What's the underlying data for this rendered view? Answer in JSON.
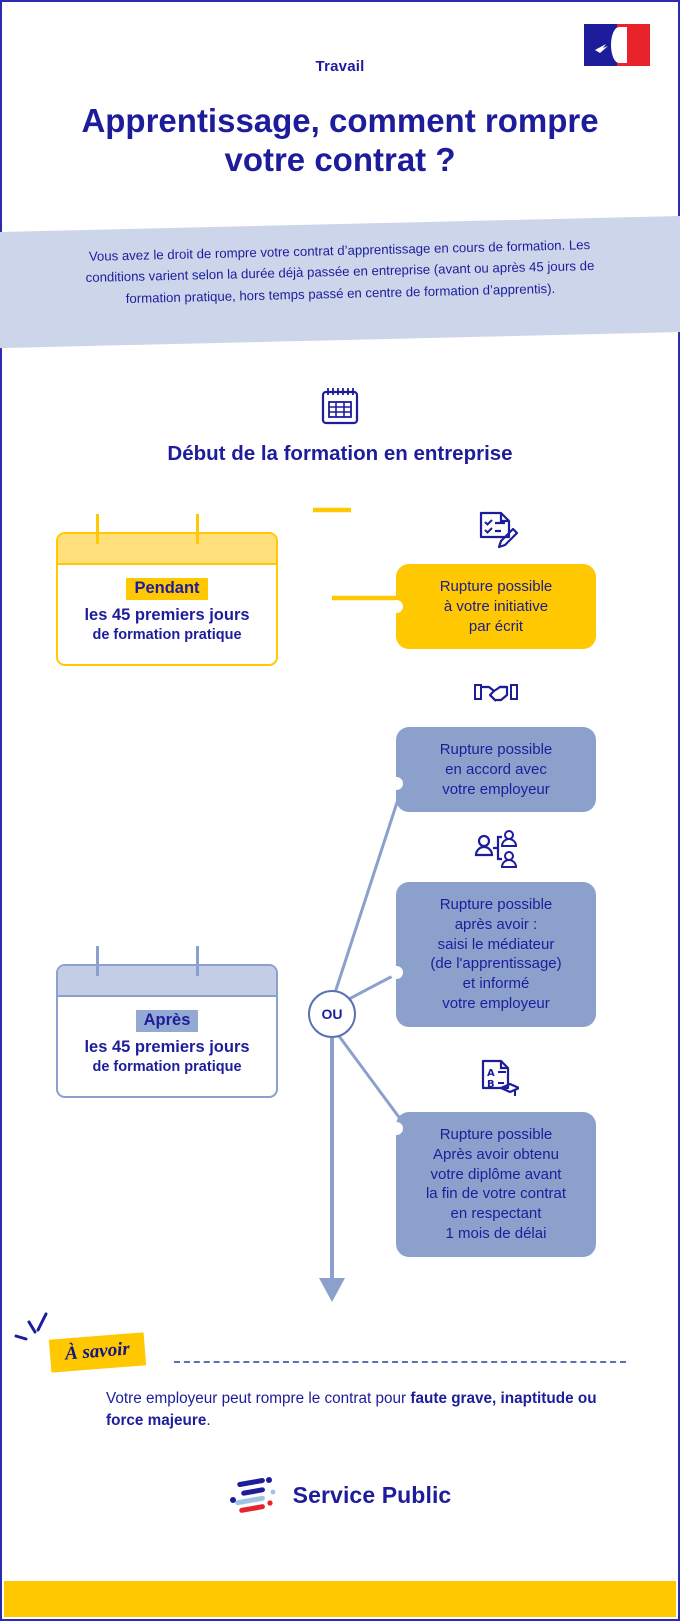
{
  "header": {
    "kicker": "Travail",
    "headline": "Apprentissage, comment rompre votre contrat ?",
    "logo_alt": "republique-francaise"
  },
  "intro": {
    "text": "Vous avez le droit de rompre votre contrat d’apprentissage en cours de formation. Les conditions varient selon la durée déjà passée en entreprise (avant ou après 45 jours de formation pratique, hors temps passé en centre de formation d’apprentis)."
  },
  "section": {
    "icon": "calendar-icon",
    "title": "Début de la formation en entreprise"
  },
  "branch_node": {
    "label": "OU"
  },
  "periods": [
    {
      "id": "pendant",
      "tag": "Pendant",
      "line1": "les 45 premiers jours",
      "line2": "de formation pratique",
      "accent": "#ffc800"
    },
    {
      "id": "apres",
      "tag": "Après",
      "line1": "les 45 premiers jours",
      "line2": "de formation pratique",
      "accent": "#8ca0cc"
    }
  ],
  "outcomes": [
    {
      "id": "out1",
      "icon": "checklist-pen-icon",
      "lines": [
        "Rupture possible",
        "à votre initiative",
        "par écrit"
      ],
      "color": "#ffc800"
    },
    {
      "id": "out2",
      "icon": "handshake-icon",
      "lines": [
        "Rupture possible",
        "en accord avec",
        "votre employeur"
      ],
      "color": "#8ca0cc"
    },
    {
      "id": "out3",
      "icon": "mediator-people-icon",
      "lines": [
        "Rupture possible",
        "après avoir :",
        "saisi le médiateur",
        "(de l'apprentissage)",
        "et informé",
        "votre employeur"
      ],
      "color": "#8ca0cc"
    },
    {
      "id": "out4",
      "icon": "diploma-document-icon",
      "lines": [
        "Rupture possible",
        "Après avoir obtenu",
        "votre diplôme avant",
        "la fin de votre contrat",
        "en respectant",
        "1 mois de délai"
      ],
      "color": "#8ca0cc"
    }
  ],
  "note": {
    "badge": "À savoir",
    "text_before": "Votre employeur peut rompre le contrat pour ",
    "text_bold": "faute grave, inaptitude ou force majeure",
    "text_after": "."
  },
  "footer": {
    "logo_label": "Service Public",
    "logo_mark": "service-public-logo"
  },
  "colors": {
    "navy": "#1d1d9c",
    "yellow": "#ffc800",
    "blue_grey": "#8ca0cc",
    "band": "#ccd5ea"
  }
}
